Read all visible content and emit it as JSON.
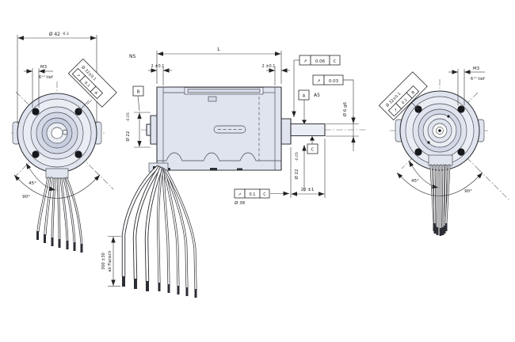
{
  "colors": {
    "background": "#ffffff",
    "body_fill": "#dfe4ee",
    "line": "#33343a"
  },
  "icons": {
    "runout": "↗"
  },
  "front_view": {
    "flange_dia": "Ø 42",
    "flange_tol": "-0.3",
    "thread": "M3",
    "thread_depth": "6⁺¹ tief",
    "spigot_dia": "Ø 32±0.1",
    "spigot_runout": "0.1",
    "spigot_datum": "A",
    "angle_45": "45°",
    "angle_90": "90°"
  },
  "rear_view": {
    "thread": "M3",
    "thread_depth": "6⁺¹ tief",
    "spigot_dia": "Ø 32±0.1",
    "spigot_runout": "0.1",
    "spigot_datum": "B",
    "angle_45": "45°",
    "angle_90": "90°"
  },
  "side_view": {
    "ns_label": "NS",
    "length_label": "L",
    "end_plate_left": "2 ±0.1",
    "end_plate_right": "2 ±0.1",
    "datum_a": "A",
    "datum_b": "B",
    "datum_c": "C",
    "housing_dia": "Ø 22",
    "housing_tol": "-0.05",
    "spigot_dia": "Ø 22",
    "spigot_tol": "-0.05",
    "runout_face": {
      "value": "0.06",
      "datum": "C"
    },
    "runout_shaft": {
      "value": "0.03"
    },
    "runout_flange": {
      "value": "0.1",
      "datum": "C"
    },
    "shaft_note": "A5",
    "shaft_dia": "Ø 6 g6",
    "bolt_circle_dia": "Ø 38",
    "shaft_length": "20 ±1",
    "lead_length": "300 ±30",
    "lead_origin": "ab Flansch"
  }
}
